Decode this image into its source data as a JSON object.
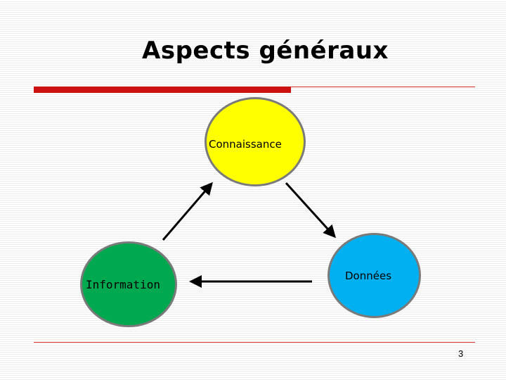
{
  "slide": {
    "title": "Aspects généraux",
    "page_number": "3"
  },
  "diagram": {
    "nodes": [
      {
        "id": "connaissance",
        "label": "Connaissance",
        "color": "#ffff00"
      },
      {
        "id": "donnees",
        "label": "Données",
        "color": "#00b0f0"
      },
      {
        "id": "information",
        "label": "Information",
        "color": "#00a84f"
      }
    ],
    "edges": [
      {
        "from": "connaissance",
        "to": "donnees"
      },
      {
        "from": "donnees",
        "to": "information"
      },
      {
        "from": "information",
        "to": "connaissance"
      }
    ]
  },
  "colors": {
    "title_rule": "#cc1111",
    "node_border": "#7a7a7a",
    "arrow": "#000000"
  }
}
